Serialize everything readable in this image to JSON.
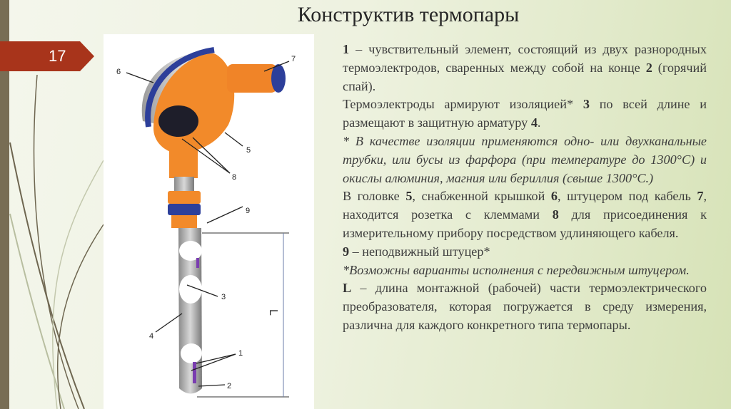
{
  "slide": {
    "number": "17",
    "title": "Конструктив термопары",
    "accent_color": "#a8341b",
    "bar_color": "#786d54"
  },
  "figure": {
    "labels": [
      "1",
      "2",
      "3",
      "4",
      "5",
      "6",
      "7",
      "8",
      "9",
      "L"
    ]
  },
  "text": {
    "p1_num": "1",
    "p1": " – чувствительный элемент, состоящий из двух разнородных термоэлектродов, сваренных между собой на конце ",
    "p1_num2": "2",
    "p1_end": " (горячий спай).",
    "p2": "Термоэлектроды армируют изоляцией* ",
    "p2_num": "3",
    "p2_mid": " по всей длине и размещают в защитную арматуру ",
    "p2_num2": "4",
    "p2_end": ".",
    "p3": "* В качестве изоляции применяются одно- или двухканальные трубки, или бусы из фарфора (при температуре до 1300°C) и окислы алюминия, магния или бериллия (свыше 1300°C.)",
    "p4_a": "В головке ",
    "p4_n5": "5",
    "p4_b": ", снабженной крышкой ",
    "p4_n6": "6",
    "p4_c": ", штуцером под кабель ",
    "p4_n7": "7",
    "p4_d": ", находится розетка с клеммами ",
    "p4_n8": "8",
    "p4_e": " для присоединения к измерительному прибору посредством удлиняющего кабеля.",
    "p5_num": "9",
    "p5": " – неподвижный штуцер*",
    "p6": "*Возможны варианты исполнения с передвижным штуцером.",
    "p7_num": "L",
    "p7": " – длина монтажной (рабочей) части термоэлектрического преобразователя, которая погружается в среду измерения, различна для каждого конкретного типа термопары."
  }
}
